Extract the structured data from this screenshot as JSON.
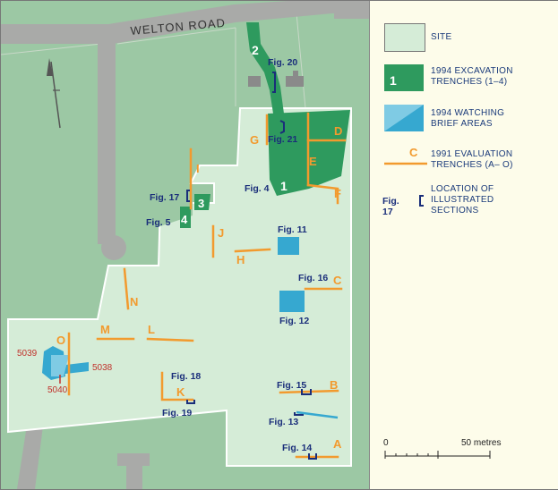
{
  "map": {
    "road_label": "WELTON ROAD",
    "trenches_1994": [
      "1",
      "2",
      "3",
      "4"
    ],
    "trenches_1991": [
      "A",
      "B",
      "C",
      "D",
      "E",
      "F",
      "G",
      "H",
      "I",
      "J",
      "K",
      "L",
      "M",
      "N",
      "O"
    ],
    "figures": {
      "fig4": "Fig. 4",
      "fig5": "Fig. 5",
      "fig11": "Fig. 11",
      "fig12": "Fig. 12",
      "fig13": "Fig. 13",
      "fig14": "Fig. 14",
      "fig15": "Fig. 15",
      "fig16": "Fig. 16",
      "fig17": "Fig. 17",
      "fig18": "Fig. 18",
      "fig19": "Fig. 19",
      "fig20": "Fig. 20",
      "fig21": "Fig. 21"
    },
    "contexts": [
      "5039",
      "5038",
      "5040"
    ],
    "north_arrow": "north-arrow-icon"
  },
  "legend": {
    "site": "SITE",
    "excavation": "1994 EXCAVATION\nTRENCHES (1–4)",
    "excavation_num": "1",
    "watching": "1994 WATCHING\nBRIEF AREAS",
    "evaluation": "1991 EVALUATION\nTRENCHES (A– O)",
    "evaluation_letter": "C",
    "sections": "LOCATION OF\nILLUSTRATED\nSECTIONS",
    "sections_fig": "Fig. 17",
    "scale_start": "0",
    "scale_end": "50 metres"
  },
  "colors": {
    "background": "#9cc8a4",
    "road": "#a9aaa8",
    "site": "#d5ecd7",
    "excavation": "#2e9a5e",
    "watching": "#36a8d0",
    "evaluation": "#f29a2e",
    "section": "#1a2e7a",
    "context_label": "#c0302a"
  }
}
